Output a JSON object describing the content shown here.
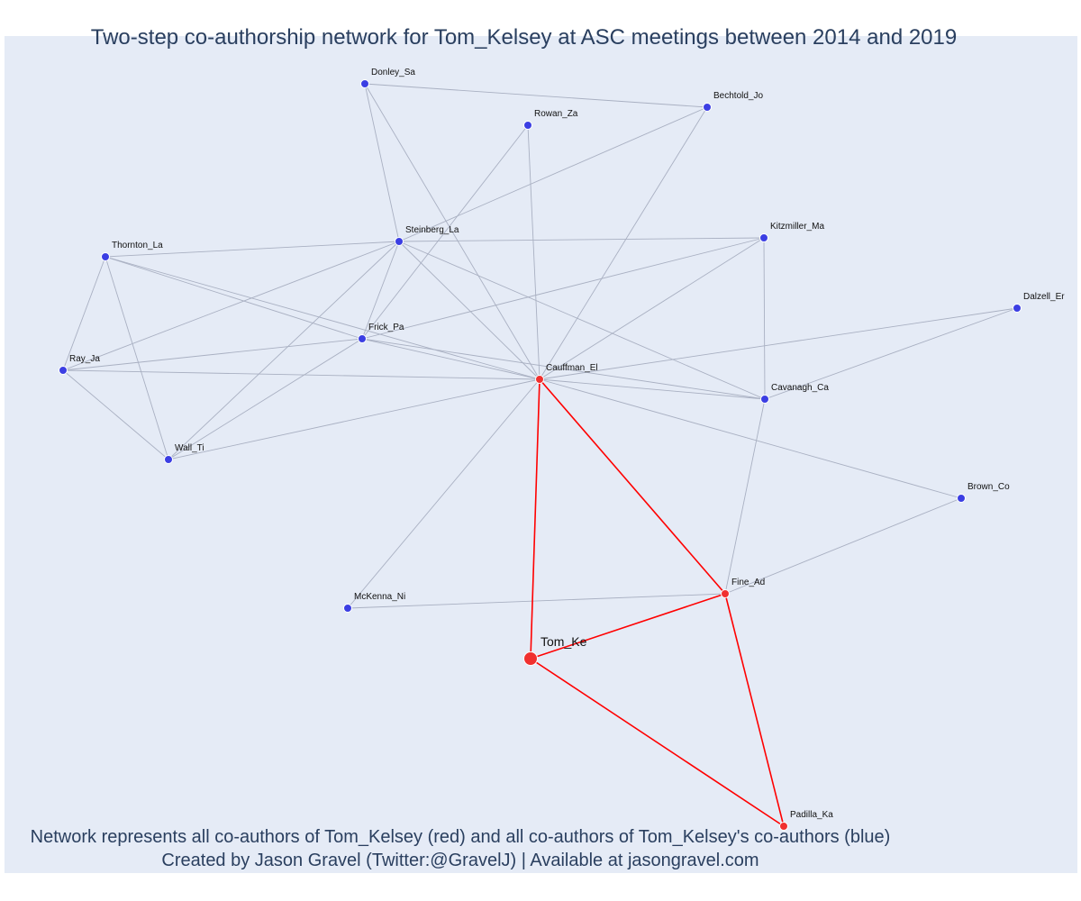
{
  "title": "Two-step co-authorship network for Tom_Kelsey at ASC meetings between 2014 and 2019",
  "caption": {
    "line1": "Network represents all co-authors of Tom_Kelsey (red) and all co-authors of Tom_Kelsey's co-authors (blue)",
    "line2": "Created by Jason Gravel (Twitter:@GravelJ) | Available at jasongravel.com"
  },
  "colors": {
    "background": "#e5ebf6",
    "first_degree": "#f0302f",
    "second_degree": "#3b3ee3",
    "edge_gray": "#a9b0c2",
    "edge_red": "#ff0000",
    "text": "#2a3f5f"
  },
  "nodes": [
    {
      "id": "Tom_Ke",
      "label": "Tom_Ke",
      "group": "focal"
    },
    {
      "id": "Cauffman_El",
      "label": "Cauffman_El",
      "group": "first"
    },
    {
      "id": "Fine_Ad",
      "label": "Fine_Ad",
      "group": "first"
    },
    {
      "id": "Padilla_Ka",
      "label": "Padilla_Ka",
      "group": "first"
    },
    {
      "id": "Donley_Sa",
      "label": "Donley_Sa",
      "group": "second"
    },
    {
      "id": "Bechtold_Jo",
      "label": "Bechtold_Jo",
      "group": "second"
    },
    {
      "id": "Rowan_Za",
      "label": "Rowan_Za",
      "group": "second"
    },
    {
      "id": "Steinberg_La",
      "label": "Steinberg_La",
      "group": "second"
    },
    {
      "id": "Kitzmiller_Ma",
      "label": "Kitzmiller_Ma",
      "group": "second"
    },
    {
      "id": "Thornton_La",
      "label": "Thornton_La",
      "group": "second"
    },
    {
      "id": "Dalzell_Er",
      "label": "Dalzell_Er",
      "group": "second"
    },
    {
      "id": "Frick_Pa",
      "label": "Frick_Pa",
      "group": "second"
    },
    {
      "id": "Ray_Ja",
      "label": "Ray_Ja",
      "group": "second"
    },
    {
      "id": "Cavanagh_Ca",
      "label": "Cavanagh_Ca",
      "group": "second"
    },
    {
      "id": "Wall_Ti",
      "label": "Wall_Ti",
      "group": "second"
    },
    {
      "id": "Brown_Co",
      "label": "Brown_Co",
      "group": "second"
    },
    {
      "id": "McKenna_Ni",
      "label": "McKenna_Ni",
      "group": "second"
    }
  ],
  "edges": [
    {
      "source": "Tom_Ke",
      "target": "Cauffman_El",
      "type": "first"
    },
    {
      "source": "Tom_Ke",
      "target": "Fine_Ad",
      "type": "first"
    },
    {
      "source": "Tom_Ke",
      "target": "Padilla_Ka",
      "type": "first"
    },
    {
      "source": "Cauffman_El",
      "target": "Fine_Ad",
      "type": "first"
    },
    {
      "source": "Fine_Ad",
      "target": "Padilla_Ka",
      "type": "first"
    },
    {
      "source": "Donley_Sa",
      "target": "Bechtold_Jo",
      "type": "second"
    },
    {
      "source": "Donley_Sa",
      "target": "Steinberg_La",
      "type": "second"
    },
    {
      "source": "Donley_Sa",
      "target": "Cauffman_El",
      "type": "second"
    },
    {
      "source": "Bechtold_Jo",
      "target": "Steinberg_La",
      "type": "second"
    },
    {
      "source": "Bechtold_Jo",
      "target": "Cauffman_El",
      "type": "second"
    },
    {
      "source": "Rowan_Za",
      "target": "Frick_Pa",
      "type": "second"
    },
    {
      "source": "Rowan_Za",
      "target": "Cauffman_El",
      "type": "second"
    },
    {
      "source": "Steinberg_La",
      "target": "Kitzmiller_Ma",
      "type": "second"
    },
    {
      "source": "Steinberg_La",
      "target": "Thornton_La",
      "type": "second"
    },
    {
      "source": "Steinberg_La",
      "target": "Frick_Pa",
      "type": "second"
    },
    {
      "source": "Steinberg_La",
      "target": "Ray_Ja",
      "type": "second"
    },
    {
      "source": "Steinberg_La",
      "target": "Wall_Ti",
      "type": "second"
    },
    {
      "source": "Steinberg_La",
      "target": "Cauffman_El",
      "type": "second"
    },
    {
      "source": "Steinberg_La",
      "target": "Cavanagh_Ca",
      "type": "second"
    },
    {
      "source": "Thornton_La",
      "target": "Ray_Ja",
      "type": "second"
    },
    {
      "source": "Thornton_La",
      "target": "Wall_Ti",
      "type": "second"
    },
    {
      "source": "Thornton_La",
      "target": "Frick_Pa",
      "type": "second"
    },
    {
      "source": "Thornton_La",
      "target": "Cauffman_El",
      "type": "second"
    },
    {
      "source": "Kitzmiller_Ma",
      "target": "Frick_Pa",
      "type": "second"
    },
    {
      "source": "Kitzmiller_Ma",
      "target": "Cauffman_El",
      "type": "second"
    },
    {
      "source": "Kitzmiller_Ma",
      "target": "Cavanagh_Ca",
      "type": "second"
    },
    {
      "source": "Dalzell_Er",
      "target": "Cauffman_El",
      "type": "second"
    },
    {
      "source": "Dalzell_Er",
      "target": "Cavanagh_Ca",
      "type": "second"
    },
    {
      "source": "Frick_Pa",
      "target": "Ray_Ja",
      "type": "second"
    },
    {
      "source": "Frick_Pa",
      "target": "Wall_Ti",
      "type": "second"
    },
    {
      "source": "Frick_Pa",
      "target": "Cauffman_El",
      "type": "second"
    },
    {
      "source": "Frick_Pa",
      "target": "Cavanagh_Ca",
      "type": "second"
    },
    {
      "source": "Ray_Ja",
      "target": "Cauffman_El",
      "type": "second"
    },
    {
      "source": "Ray_Ja",
      "target": "Wall_Ti",
      "type": "second"
    },
    {
      "source": "Wall_Ti",
      "target": "Cauffman_El",
      "type": "second"
    },
    {
      "source": "Cauffman_El",
      "target": "Cavanagh_Ca",
      "type": "second"
    },
    {
      "source": "Cauffman_El",
      "target": "Brown_Co",
      "type": "second"
    },
    {
      "source": "Cauffman_El",
      "target": "McKenna_Ni",
      "type": "second"
    },
    {
      "source": "Cavanagh_Ca",
      "target": "Fine_Ad",
      "type": "second"
    },
    {
      "source": "Brown_Co",
      "target": "Fine_Ad",
      "type": "second"
    },
    {
      "source": "McKenna_Ni",
      "target": "Fine_Ad",
      "type": "second"
    }
  ]
}
